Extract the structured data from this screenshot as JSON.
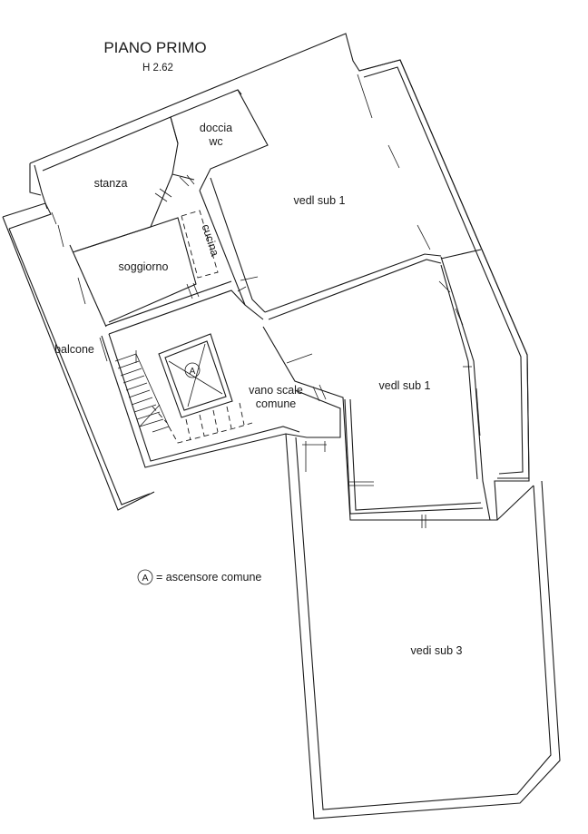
{
  "plan": {
    "title": "PIANO PRIMO",
    "height": "H 2.62",
    "rooms": {
      "doccia": "doccia",
      "wc": "wc",
      "stanza": "stanza",
      "cucina": "cucina",
      "soggiorno": "soggiorno",
      "balcone": "balcone",
      "vedi_sub1_a": "vedl sub 1",
      "vedi_sub1_b": "vedl sub 1",
      "vano_scale_1": "vano scale",
      "vano_scale_2": "comune",
      "vedi_sub3": "vedi sub 3"
    },
    "legend": {
      "symbol": "A",
      "text": "= ascensore comune"
    },
    "elevator_symbol": "A"
  }
}
